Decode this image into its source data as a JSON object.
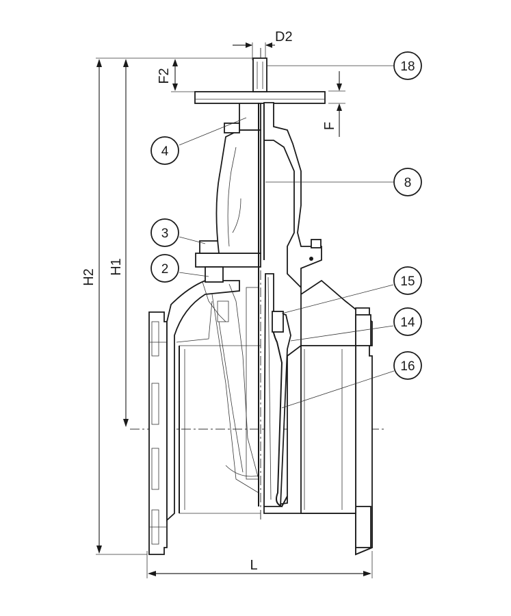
{
  "dimensions": {
    "d2": "D2",
    "f2": "F2",
    "f": "F",
    "h1": "H1",
    "h2": "H2",
    "l": "L"
  },
  "callouts": [
    "18",
    "4",
    "8",
    "3",
    "2",
    "15",
    "14",
    "16"
  ],
  "colors": {
    "line": "#1a1a1a",
    "background": "#ffffff"
  }
}
